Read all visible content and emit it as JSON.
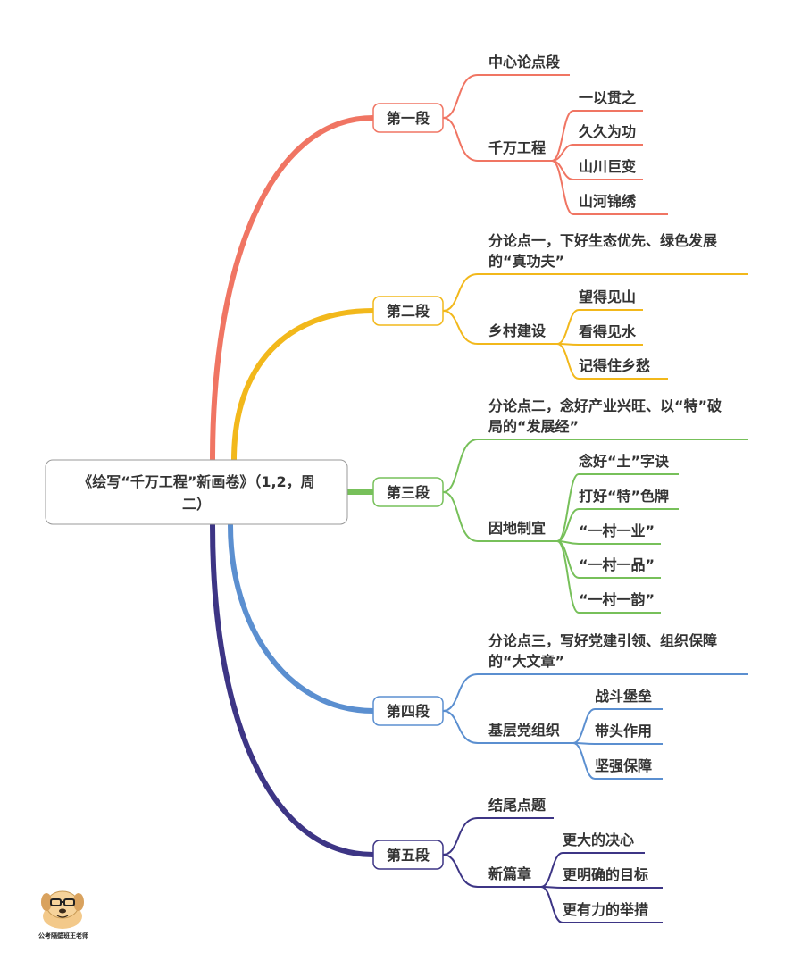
{
  "root": {
    "label_line1": "《绘写“千万工程”新画卷》（1,2，周",
    "label_line2": "二）"
  },
  "sections": [
    {
      "label": "第一段",
      "color": "#f07563",
      "items": [
        {
          "label": "中心论点段",
          "children": []
        },
        {
          "label": "千万工程",
          "children": [
            "一以贯之",
            "久久为功",
            "山川巨变",
            "山河锦绣"
          ]
        }
      ]
    },
    {
      "label": "第二段",
      "color": "#f2b81b",
      "items": [
        {
          "label_lines": [
            "分论点一，下好生态优先、绿色发展",
            "的“真功夫”"
          ],
          "children": []
        },
        {
          "label": "乡村建设",
          "children": [
            "望得见山",
            "看得见水",
            "记得住乡愁"
          ]
        }
      ]
    },
    {
      "label": "第三段",
      "color": "#77c05a",
      "items": [
        {
          "label_lines": [
            "分论点二，念好产业兴旺、以“特”破",
            "局的“发展经”"
          ],
          "children": []
        },
        {
          "label": "因地制宜",
          "children": [
            "念好“土”字诀",
            "打好“特”色牌",
            "“一村一业”",
            "“一村一品”",
            "“一村一韵”"
          ]
        }
      ]
    },
    {
      "label": "第四段",
      "color": "#5b8fd0",
      "items": [
        {
          "label_lines": [
            "分论点三，写好党建引领、组织保障",
            "的“大文章”"
          ],
          "children": []
        },
        {
          "label": "基层党组织",
          "children": [
            "战斗堡垒",
            "带头作用",
            "坚强保障"
          ]
        }
      ]
    },
    {
      "label": "第五段",
      "color": "#3d3585",
      "items": [
        {
          "label": "结尾点题",
          "children": []
        },
        {
          "label": "新篇章",
          "children": [
            "更大的决心",
            "更明确的目标",
            "更有力的举措"
          ]
        }
      ]
    }
  ],
  "logo": {
    "caption": "公考隔壁班王老师"
  }
}
